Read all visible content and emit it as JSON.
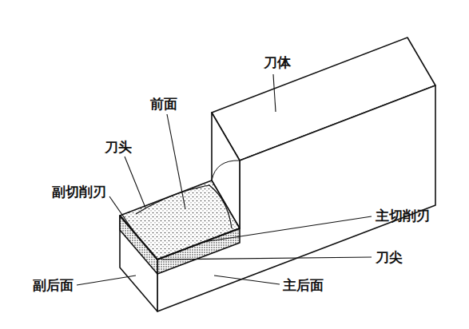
{
  "diagram": {
    "labels": [
      "刀体",
      "前面",
      "刀头",
      "副切削刃",
      "主切削刃",
      "刀尖",
      "副后面",
      "主后面"
    ]
  }
}
